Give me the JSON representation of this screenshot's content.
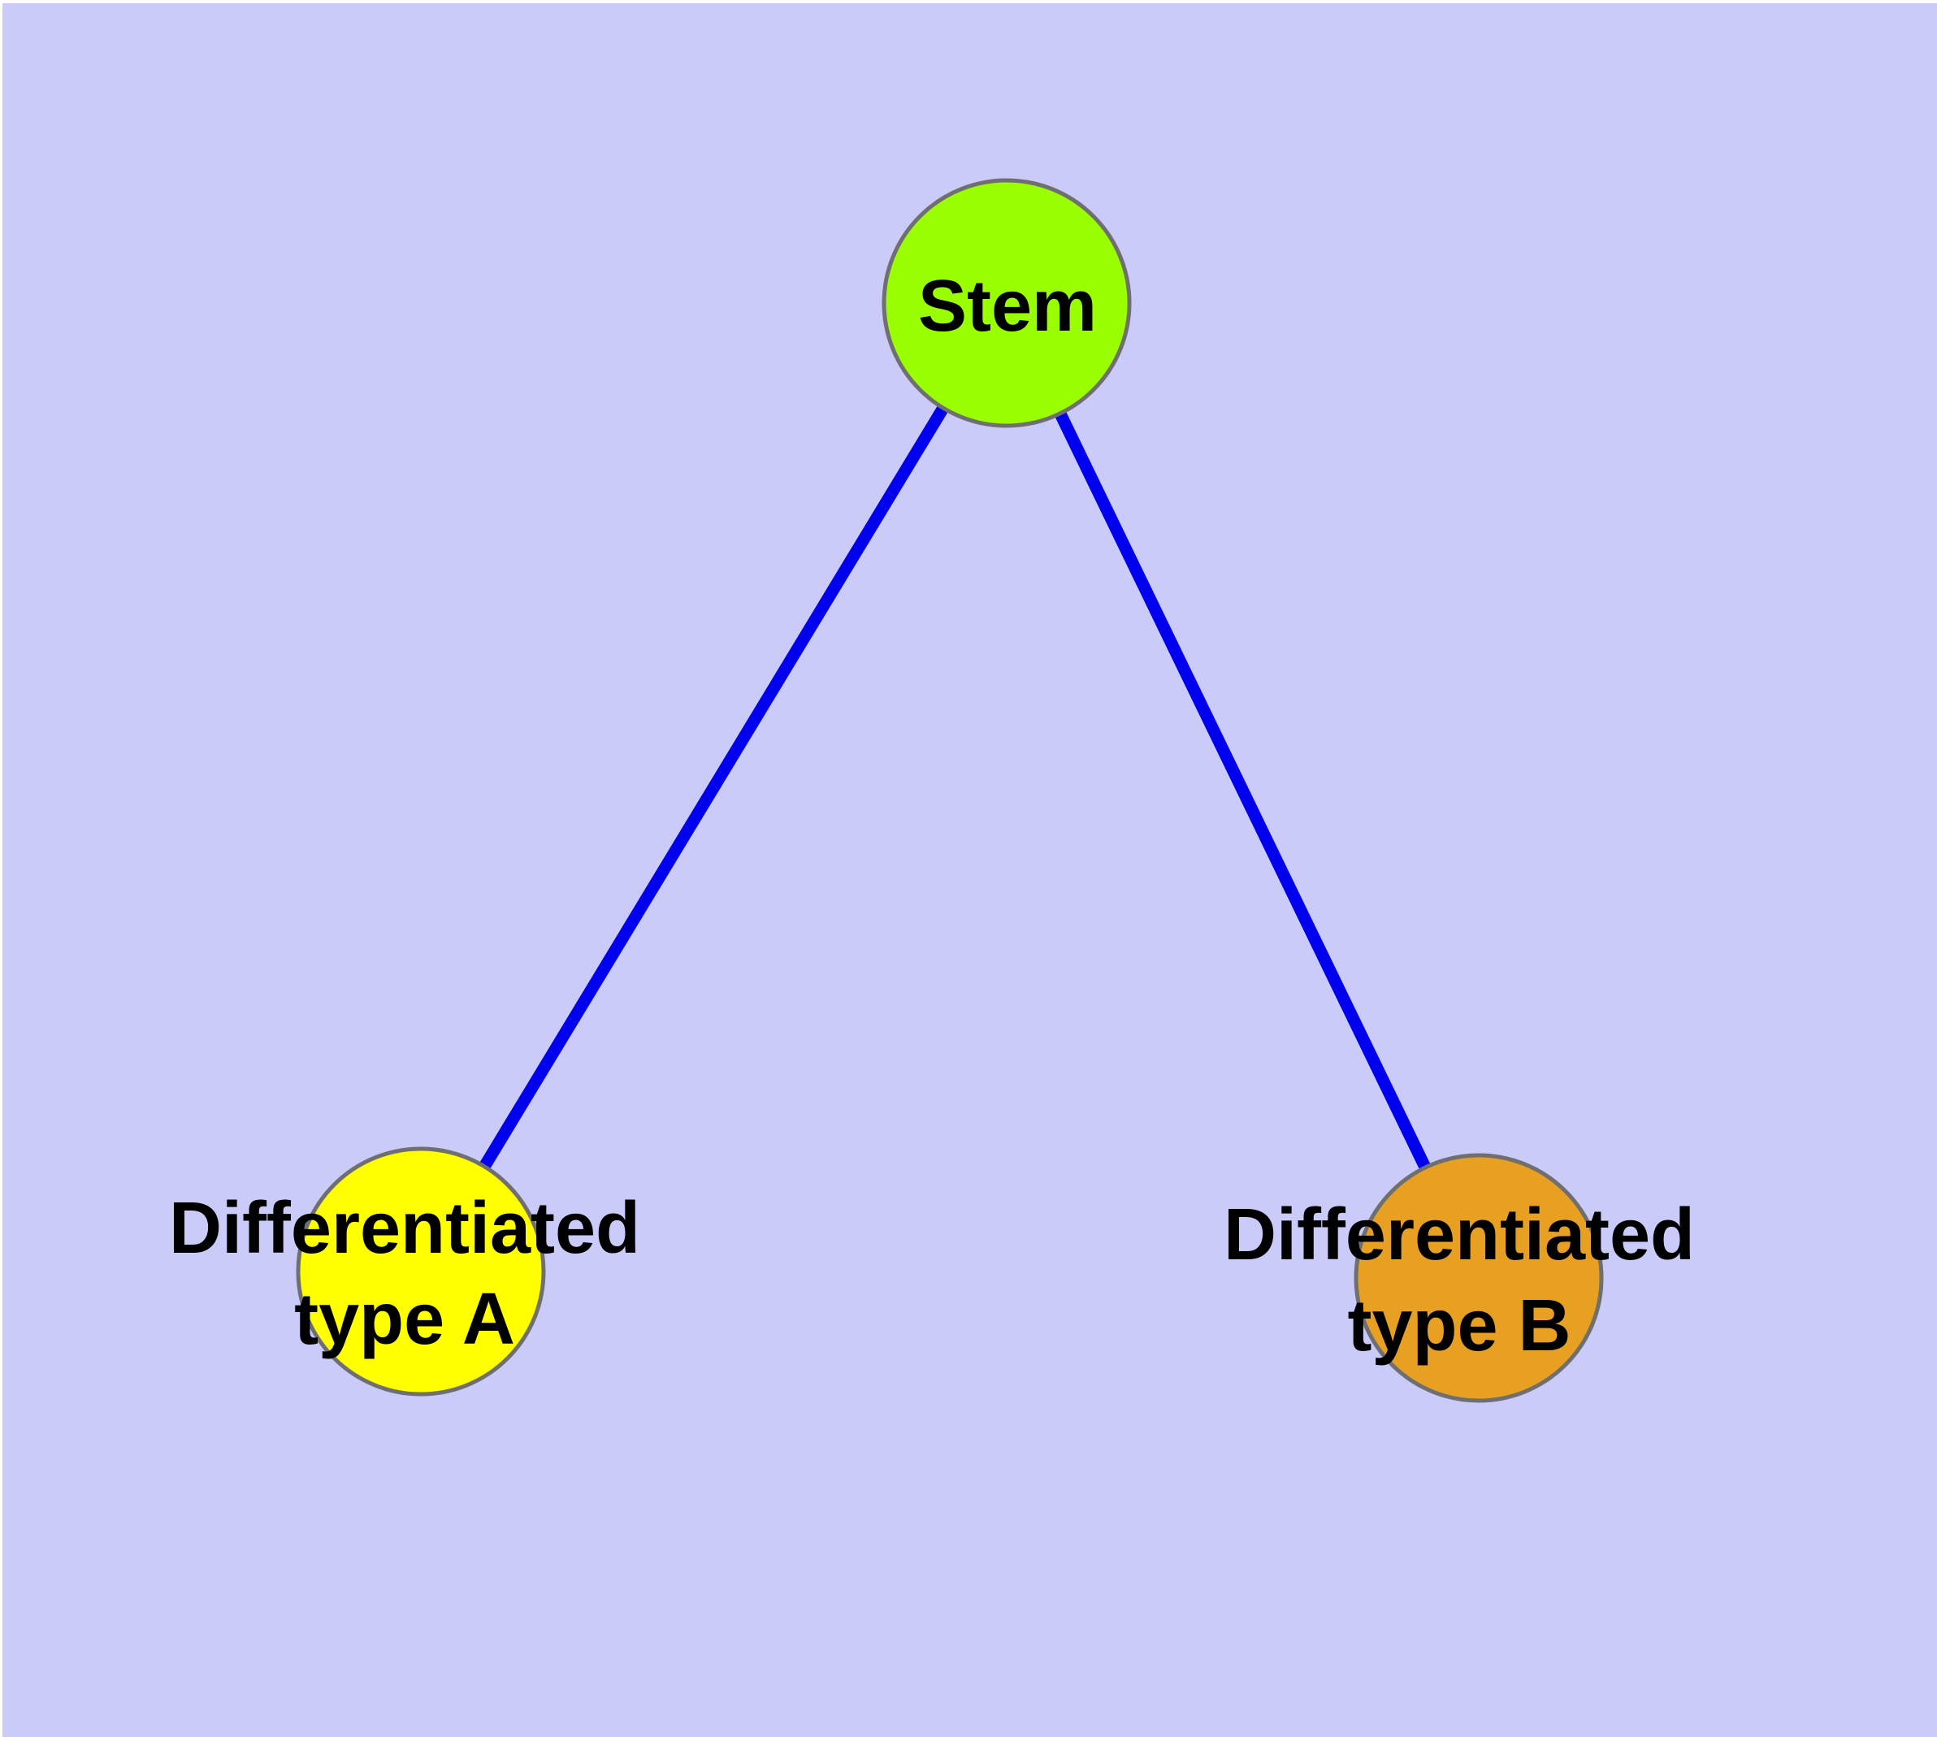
{
  "diagram": {
    "type": "graph",
    "frame_color": "#FFFFFF",
    "background_color": "#CBCBFA",
    "edge_color": "#0000EE",
    "node_border_color": "#6F6F6F",
    "label_color": "#000000",
    "nodes": [
      {
        "id": "stem",
        "label": "Stem",
        "color": "#9AFF00"
      },
      {
        "id": "differentiated-type-a",
        "label_line1": "Differentiated",
        "label_line2": "type A",
        "color": "#FFFF00"
      },
      {
        "id": "differentiated-type-b",
        "label_line1": "Differentiated",
        "label_line2": "type B",
        "color": "#E8A023"
      }
    ],
    "edges": [
      {
        "from": "Stem",
        "to": "Differentiated type A"
      },
      {
        "from": "Stem",
        "to": "Differentiated type B"
      }
    ]
  }
}
